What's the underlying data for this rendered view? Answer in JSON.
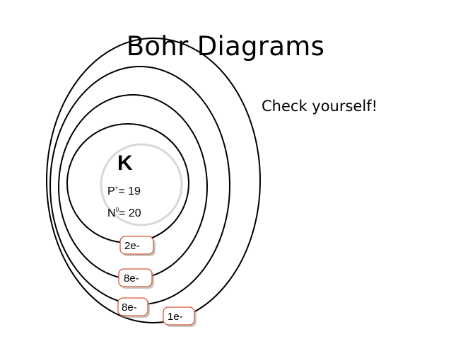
{
  "slide": {
    "title": "Bohr Diagrams",
    "check_text": "Check yourself!"
  },
  "atom": {
    "symbol": "K",
    "protons": {
      "base": "P",
      "sup": "+",
      "rest": "= 19"
    },
    "neutrons": {
      "base": "N",
      "sup": "0",
      "rest": "= 20"
    },
    "shells": [
      {
        "electrons": "2e-"
      },
      {
        "electrons": "8e-"
      },
      {
        "electrons": "8e-"
      },
      {
        "electrons": "1e-"
      }
    ]
  },
  "colors": {
    "electron_box_border": "#d35a35",
    "nucleus_border": "#d8d8d8"
  }
}
